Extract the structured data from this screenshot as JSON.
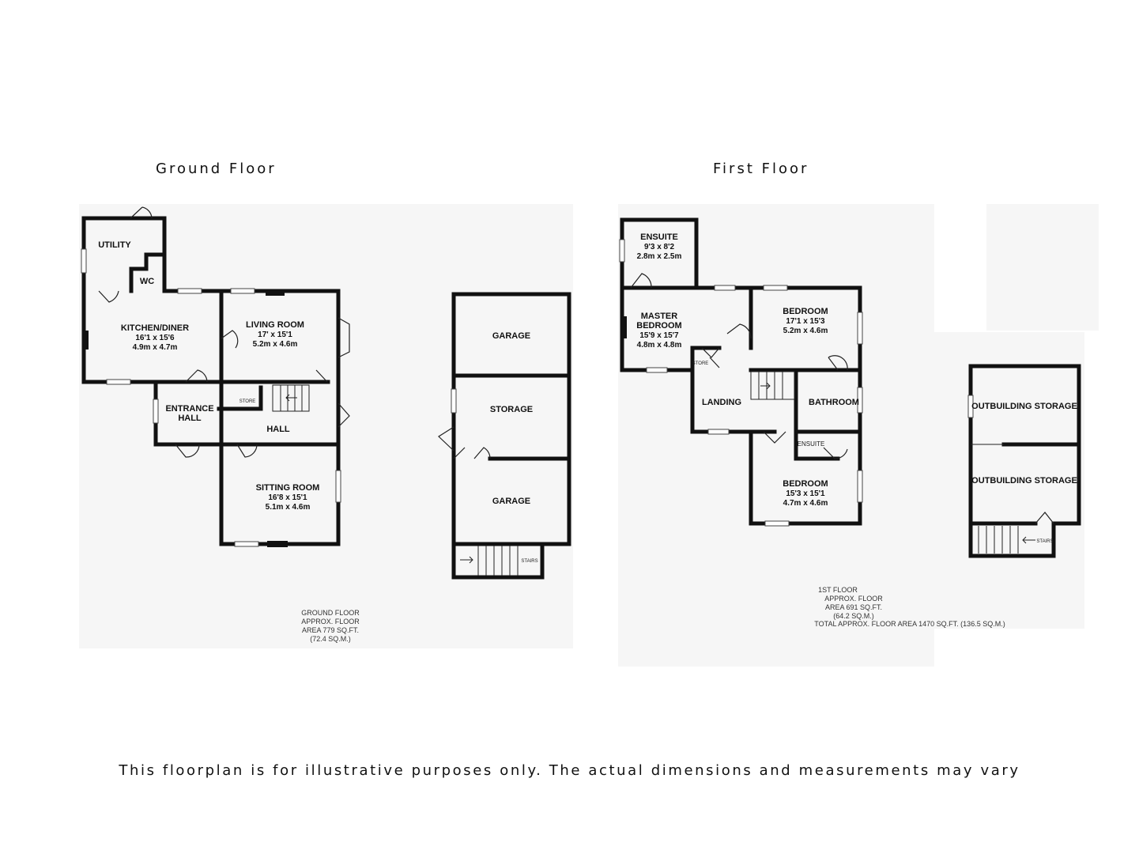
{
  "titles": {
    "ground_floor": "Ground Floor",
    "first_floor": "First Floor"
  },
  "ground_floor": {
    "rooms": [
      {
        "name": "UTILITY",
        "dims": []
      },
      {
        "name": "WC",
        "dims": []
      },
      {
        "name": "KITCHEN/DINER",
        "dims": [
          "16'1 x 15'6",
          "4.9m x 4.7m"
        ]
      },
      {
        "name": "LIVING ROOM",
        "dims": [
          "17' x 15'1",
          "5.2m x 4.6m"
        ]
      },
      {
        "name": "ENTRANCE",
        "name2": "HALL",
        "dims": []
      },
      {
        "name": "STORE",
        "dims": []
      },
      {
        "name": "HALL",
        "dims": []
      },
      {
        "name": "SITTING ROOM",
        "dims": [
          "16'8 x 15'1",
          "5.1m x 4.6m"
        ]
      },
      {
        "name": "GARAGE",
        "dims": []
      },
      {
        "name": "STORAGE",
        "dims": []
      },
      {
        "name": "GARAGE",
        "dims": []
      },
      {
        "name": "STAIRS",
        "dims": []
      }
    ],
    "area": [
      "GROUND FLOOR",
      "APPROX. FLOOR",
      "AREA 779 SQ.FT.",
      "(72.4 SQ.M.)"
    ]
  },
  "first_floor": {
    "rooms": [
      {
        "name": "ENSUITE",
        "dims": [
          "9'3 x 8'2",
          "2.8m x 2.5m"
        ]
      },
      {
        "name": "MASTER",
        "name2": "BEDROOM",
        "dims": [
          "15'9 x 15'7",
          "4.8m x 4.8m"
        ]
      },
      {
        "name": "BEDROOM",
        "dims": [
          "17'1 x 15'3",
          "5.2m x 4.6m"
        ]
      },
      {
        "name": "STORE",
        "dims": []
      },
      {
        "name": "LANDING",
        "dims": []
      },
      {
        "name": "BATHROOM",
        "dims": []
      },
      {
        "name": "ENSUITE",
        "dims": []
      },
      {
        "name": "BEDROOM",
        "dims": [
          "15'3 x 15'1",
          "4.7m x 4.6m"
        ]
      },
      {
        "name": "OUTBUILDING STORAGE",
        "dims": []
      },
      {
        "name": "OUTBUILDING STORAGE",
        "dims": []
      },
      {
        "name": "STAIRS",
        "dims": []
      }
    ],
    "area": [
      "1ST FLOOR",
      "APPROX. FLOOR",
      "AREA 691 SQ.FT.",
      "(64.2 SQ.M.)",
      "TOTAL APPROX. FLOOR AREA 1470 SQ.FT. (136.5 SQ.M.)"
    ]
  },
  "disclaimer": "This floorplan is for illustrative purposes only.   The actual dimensions and measurements may vary"
}
